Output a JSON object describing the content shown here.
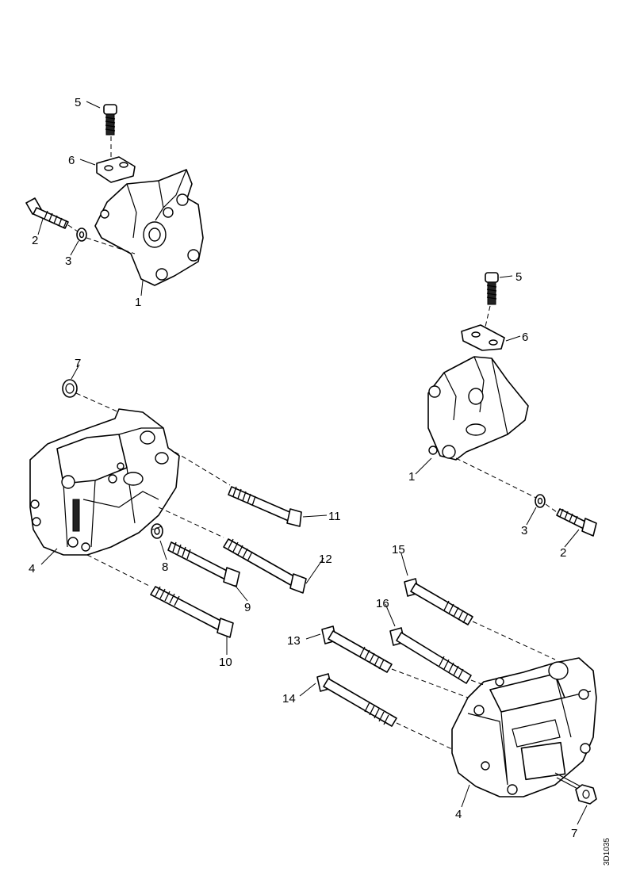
{
  "labels": {
    "top_mount": {
      "l5": "5",
      "l6": "6",
      "l2": "2",
      "l3": "3",
      "l1": "1"
    },
    "right_mount": {
      "l5": "5",
      "l6": "6",
      "l1": "1",
      "l3": "3",
      "l2": "2"
    },
    "left_bracket": {
      "l7": "7",
      "l4": "4",
      "l8": "8",
      "l9": "9",
      "l10": "10",
      "l11": "11",
      "l12": "12"
    },
    "right_bracket": {
      "l15": "15",
      "l16": "16",
      "l13": "13",
      "l14": "14",
      "l4": "4",
      "l7": "7"
    }
  },
  "reference_code": "3D1035"
}
